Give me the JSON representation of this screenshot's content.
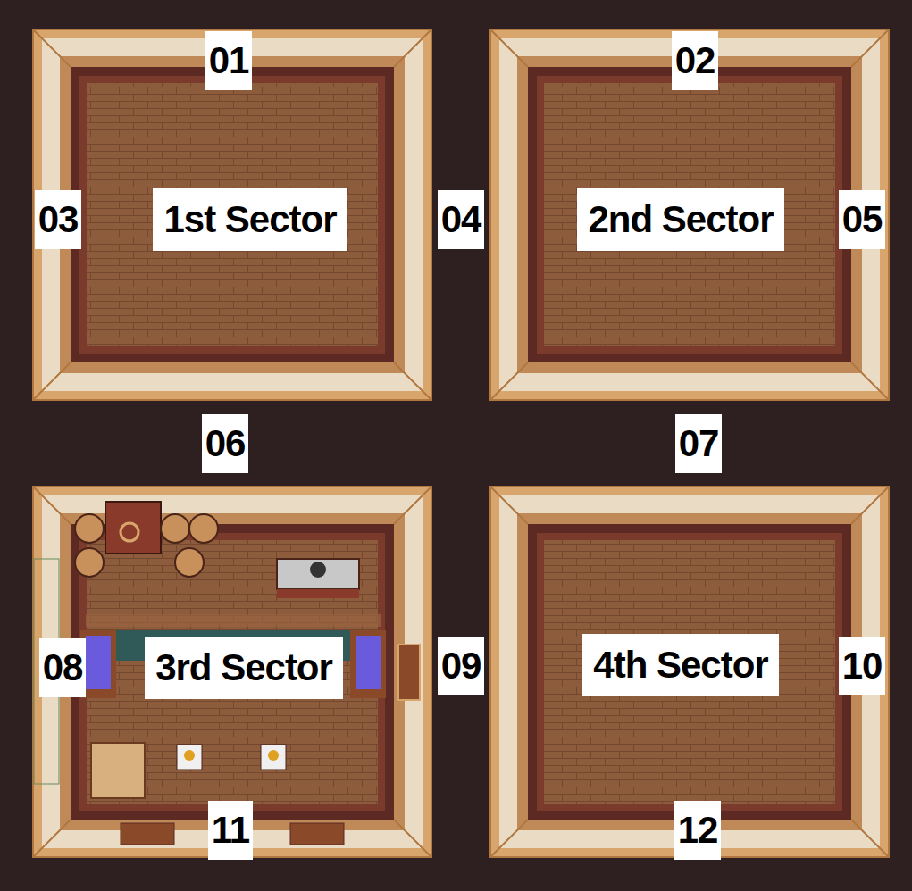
{
  "diagram": {
    "nodes": [
      {
        "text": [
          "1st Sector"
        ]
      },
      {
        "text": [
          "2nd Sector"
        ]
      },
      {
        "text": [
          "3rd Sector"
        ]
      },
      {
        "text": [
          "4th Sector"
        ]
      }
    ],
    "labels": [
      "01",
      "02",
      "03",
      "04",
      "05",
      "06",
      "07",
      "08",
      "09",
      "10",
      "11",
      "12"
    ]
  }
}
